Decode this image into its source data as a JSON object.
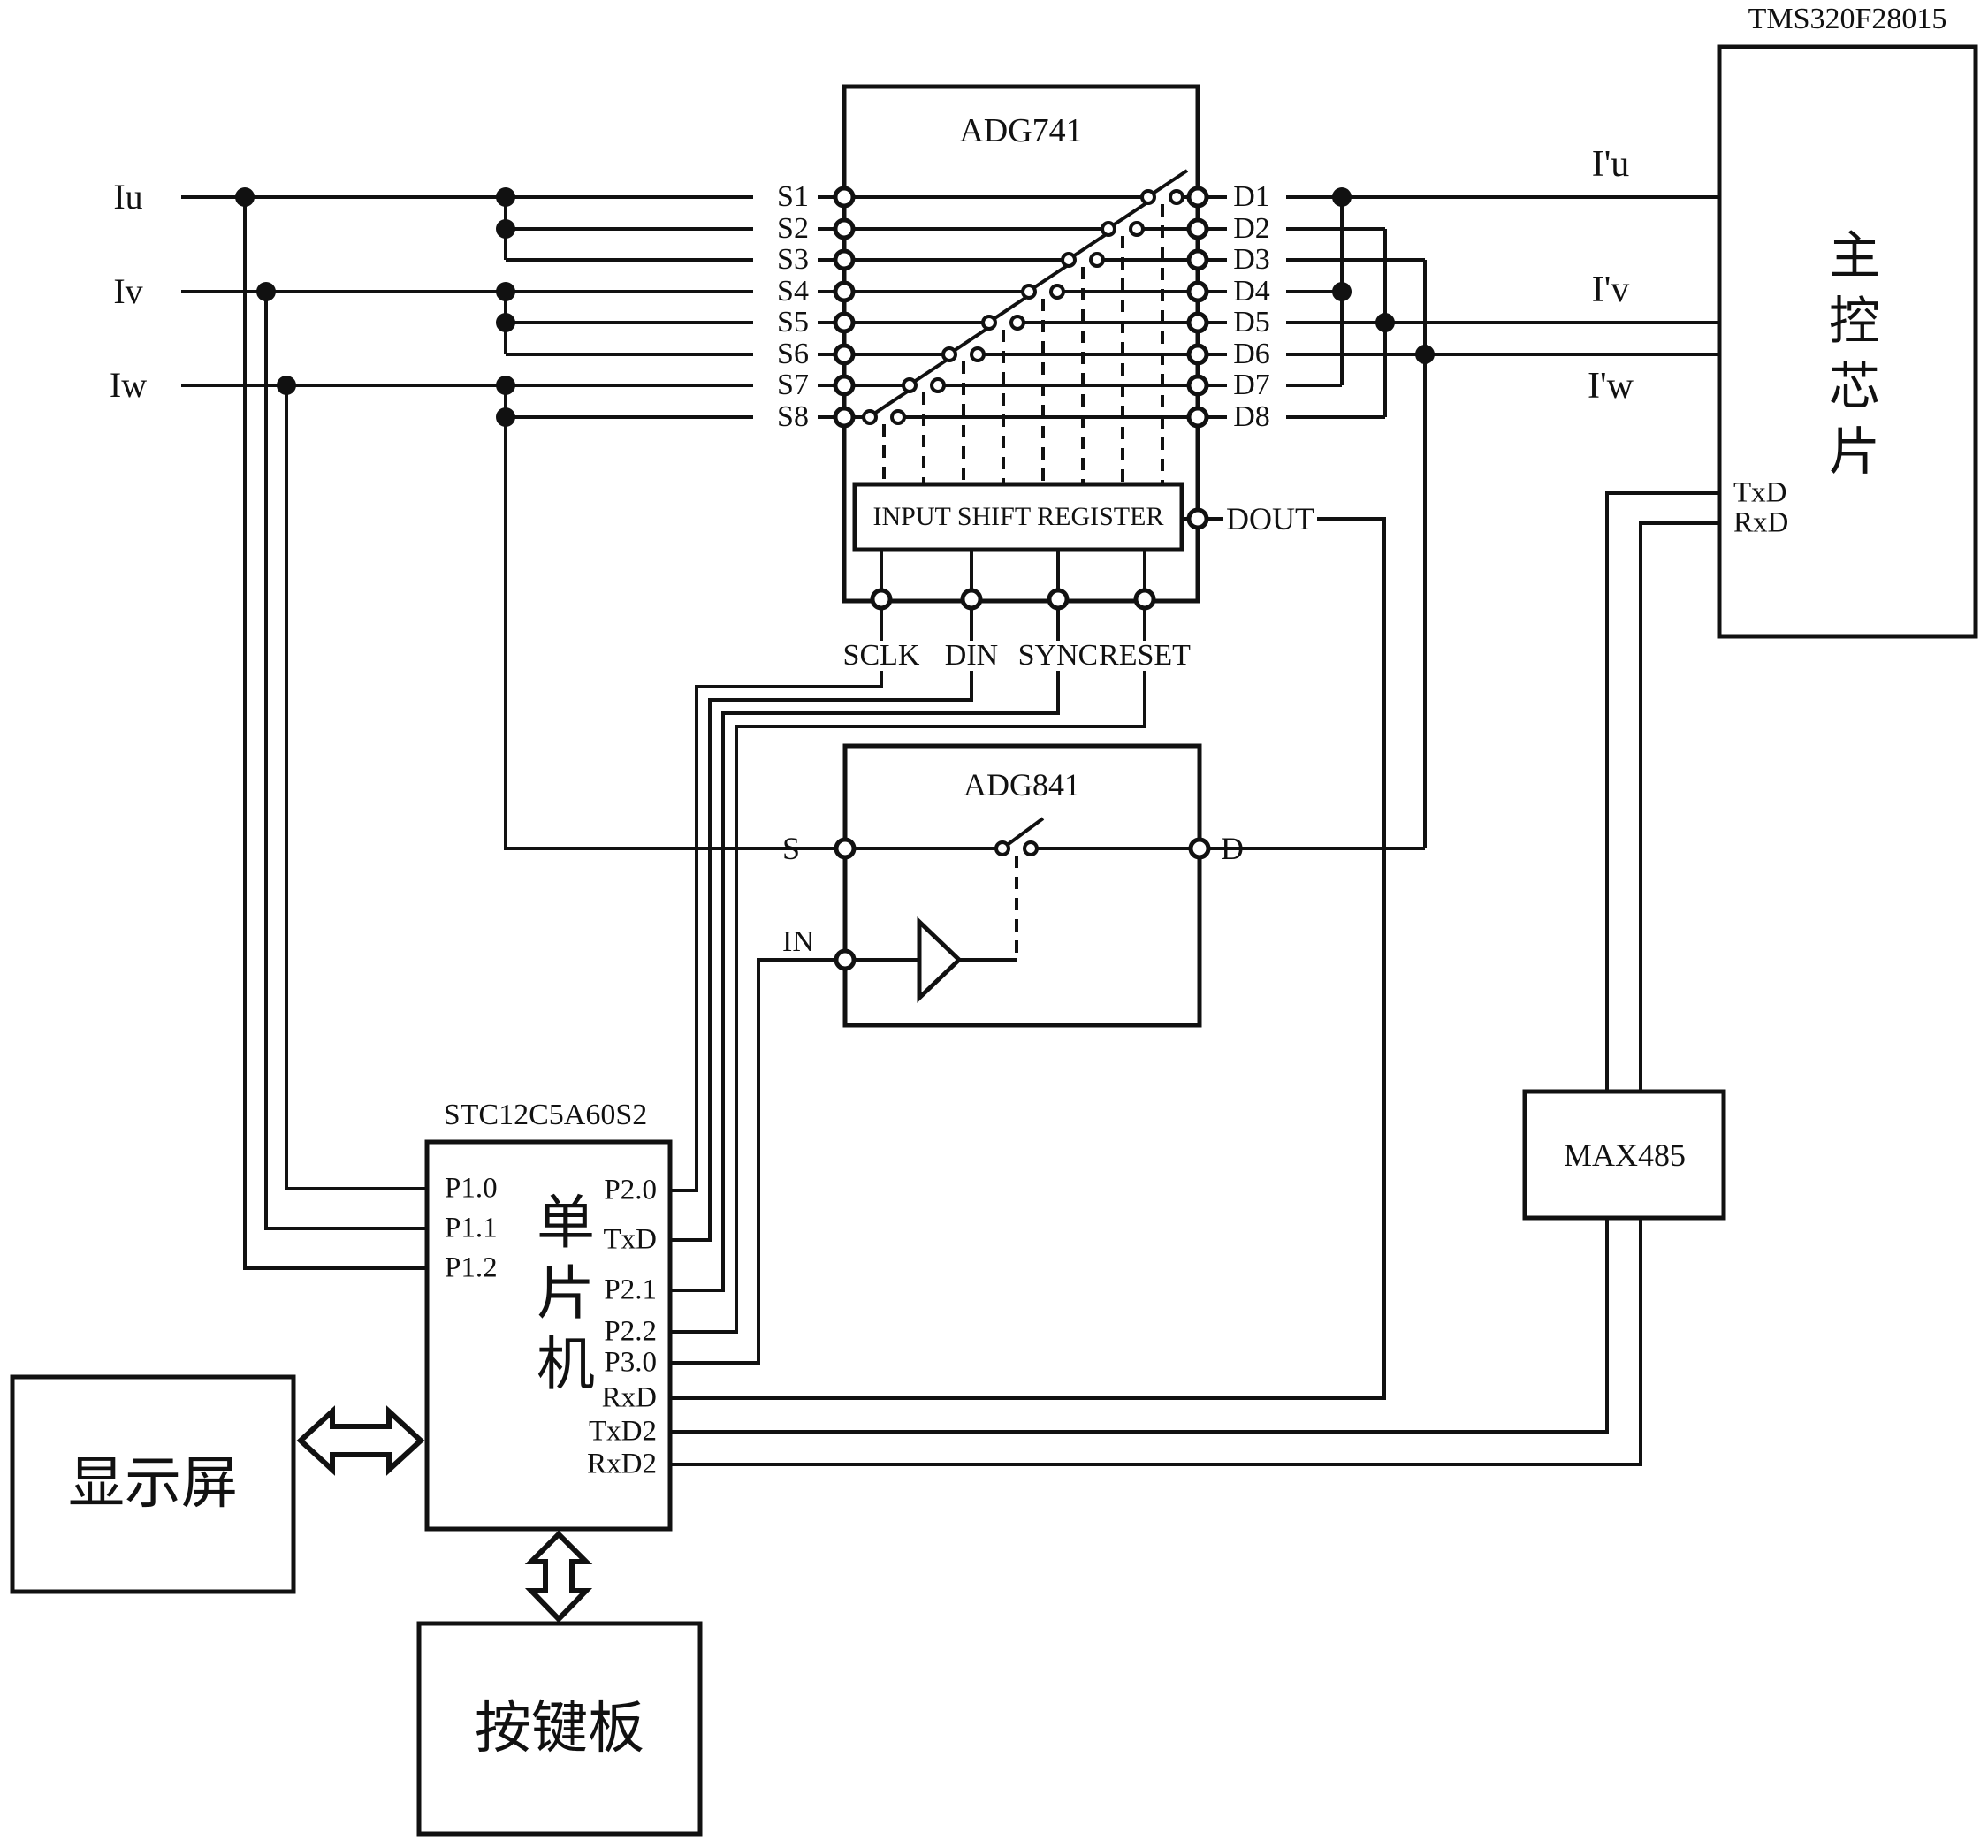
{
  "signals": {
    "inputs": [
      {
        "label": "Iu"
      },
      {
        "label": "Iv"
      },
      {
        "label": "Iw"
      }
    ],
    "outputs": [
      {
        "label": "I'u"
      },
      {
        "label": "I'v"
      },
      {
        "label": "I'w"
      }
    ]
  },
  "adg741": {
    "title": "ADG741",
    "register_label": "INPUT SHIFT REGISTER",
    "dout_label": "DOUT",
    "s_pins": [
      "S1",
      "S2",
      "S3",
      "S4",
      "S5",
      "S6",
      "S7",
      "S8"
    ],
    "d_pins": [
      "D1",
      "D2",
      "D3",
      "D4",
      "D5",
      "D6",
      "D7",
      "D8"
    ],
    "control_pins": [
      "SCLK",
      "DIN",
      "SYNC",
      "RESET"
    ]
  },
  "adg841": {
    "title": "ADG841",
    "s_label": "S",
    "in_label": "IN",
    "d_label": "D"
  },
  "mcu": {
    "title": "STC12C5A60S2",
    "name": "单片机",
    "left_pins": [
      "P1.0",
      "P1.1",
      "P1.2"
    ],
    "right_pins": [
      "P2.0",
      "TxD",
      "P2.1",
      "P2.2",
      "P3.0",
      "RxD",
      "TxD2",
      "RxD2"
    ]
  },
  "dsp": {
    "title": "TMS320F28015",
    "name": "主控芯片",
    "txd_label": "TxD",
    "rxd_label": "RxD"
  },
  "max485": {
    "title": "MAX485"
  },
  "display_unit": {
    "label": "显示屏"
  },
  "keypad": {
    "label": "按键板"
  }
}
